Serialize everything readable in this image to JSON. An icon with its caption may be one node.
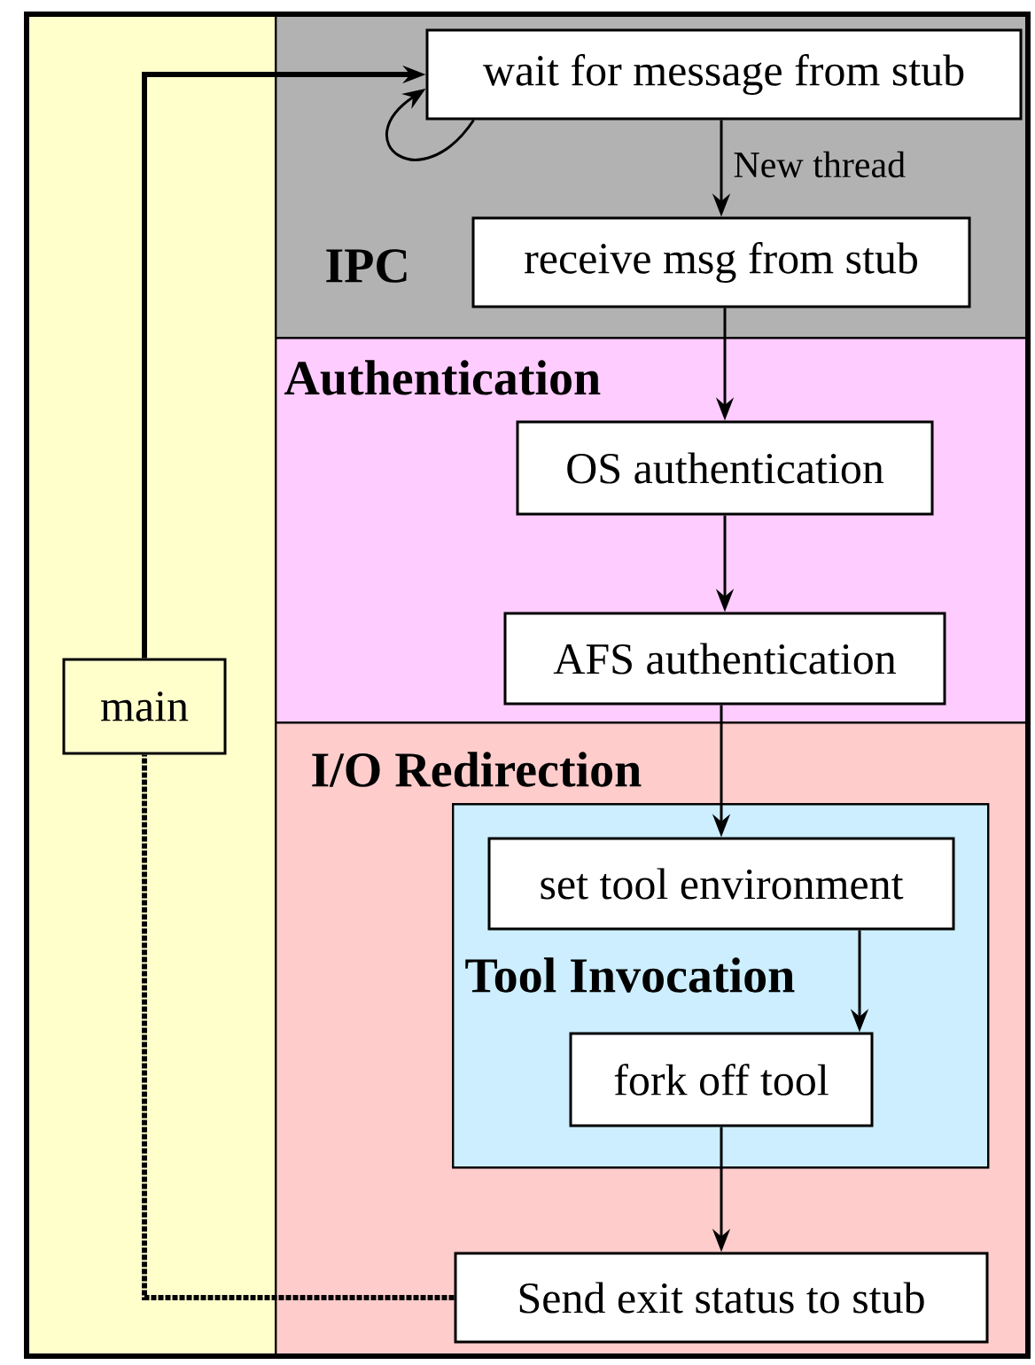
{
  "diagram": {
    "nodes": [
      {
        "text": [],
        "shape": "box"
      },
      {
        "text": [
          "IPC"
        ]
      },
      {
        "text": [
          "wait for message from stub"
        ],
        "in": 1
      },
      {
        "text": [
          "receive msg from stub"
        ],
        "in": 1
      },
      {
        "text": [
          "Authentication"
        ]
      },
      {
        "text": [
          "OS authentication"
        ],
        "in": 4
      },
      {
        "text": [
          "AFS authentication"
        ],
        "in": 4
      },
      {
        "text": [
          "I/O Redirection"
        ]
      },
      {
        "text": [
          "Tool Invocation"
        ],
        "in": 7
      },
      {
        "text": [
          "set tool environment"
        ],
        "in": 8
      },
      {
        "text": [
          "fork off tool"
        ],
        "in": 8
      },
      {
        "text": [
          "Send exit status to stub"
        ],
        "in": 7
      },
      {
        "text": [
          "main"
        ],
        "in": 0
      }
    ],
    "edges": [
      {
        "from": 12,
        "to": 2,
        "arrow": "to",
        "style": "thick"
      },
      {
        "from": 2,
        "to": 2,
        "arrow": "to"
      },
      {
        "from": 2,
        "to": 3,
        "arrow": "to",
        "label": "New thread"
      },
      {
        "from": 3,
        "to": 5,
        "arrow": "to"
      },
      {
        "from": 5,
        "to": 6,
        "arrow": "to"
      },
      {
        "from": 6,
        "to": 9,
        "arrow": "to"
      },
      {
        "from": 9,
        "to": 10,
        "arrow": "to"
      },
      {
        "from": 10,
        "to": 11,
        "arrow": "to"
      },
      {
        "from": 11,
        "to": 12,
        "arrow": "none",
        "style": "dashed"
      }
    ]
  }
}
